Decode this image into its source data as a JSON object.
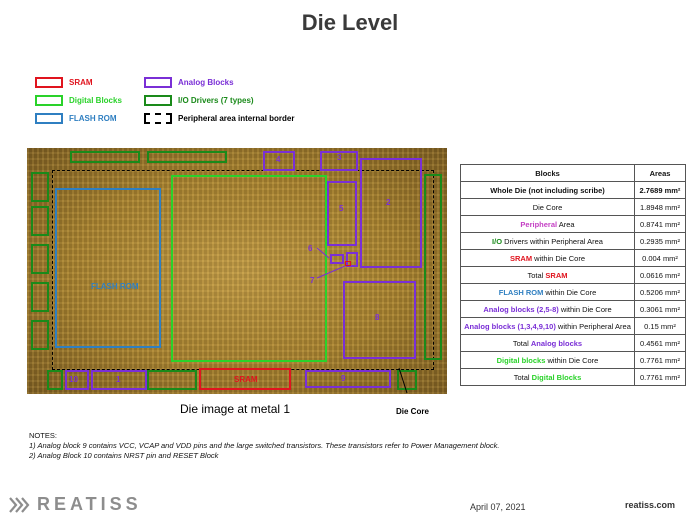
{
  "title": "Die Level",
  "legend": [
    {
      "label": "SRAM",
      "color": "#e0141e"
    },
    {
      "label": "Analog Blocks",
      "color": "#7a2fd6"
    },
    {
      "label": "Digital Blocks",
      "color": "#2ad22a"
    },
    {
      "label": "I/O Drivers (7 types)",
      "color": "#1a8a1a"
    },
    {
      "label": "FLASH ROM",
      "color": "#2f7fc1"
    },
    {
      "label": "Peripheral area internal border",
      "color": "#000000"
    }
  ],
  "die": {
    "flash_label": "FLASH ROM",
    "sram_label": "SRAM",
    "analog_labels": [
      "1",
      "2",
      "3",
      "4",
      "5",
      "6",
      "7",
      "8",
      "9",
      "10"
    ],
    "caption": "Die image at metal 1",
    "die_core_label": "Die Core"
  },
  "table": {
    "headers": [
      "Blocks",
      "Areas"
    ],
    "rows": [
      {
        "pre": "",
        "hl": "",
        "post": "Whole Die (not including scribe)",
        "val": "2.7689",
        "unit": "mm²",
        "bold": true,
        "color": ""
      },
      {
        "pre": "",
        "hl": "",
        "post": "Die Core",
        "val": "1.8948",
        "unit": "mm²",
        "bold": false,
        "color": ""
      },
      {
        "pre": "",
        "hl": "Peripheral",
        "post": " Area",
        "val": "0.8741",
        "unit": "mm²",
        "bold": false,
        "color": "#c43fc4"
      },
      {
        "pre": "",
        "hl": "I/O",
        "post": " Drivers within Peripheral Area",
        "val": "0.2935",
        "unit": "mm²",
        "bold": false,
        "color": "#1a8a1a"
      },
      {
        "pre": "",
        "hl": "SRAM",
        "post": " within Die Core",
        "val": "0.004",
        "unit": "mm²",
        "bold": false,
        "color": "#e0141e"
      },
      {
        "pre": "Total ",
        "hl": "SRAM",
        "post": "",
        "val": "0.0616",
        "unit": "mm²",
        "bold": false,
        "color": "#e0141e"
      },
      {
        "pre": "",
        "hl": "FLASH ROM",
        "post": " within Die Core",
        "val": "0.5206",
        "unit": "mm²",
        "bold": false,
        "color": "#2f7fc1"
      },
      {
        "pre": "",
        "hl": "Analog blocks (2,5-8)",
        "post": " within Die Core",
        "val": "0.3061",
        "unit": "mm²",
        "bold": false,
        "color": "#7a2fd6"
      },
      {
        "pre": "",
        "hl": "Analog blocks (1,3,4,9,10)",
        "post": " within Peripheral Area",
        "val": "0.15",
        "unit": "mm²",
        "bold": false,
        "color": "#7a2fd6"
      },
      {
        "pre": "Total ",
        "hl": "Analog blocks",
        "post": "",
        "val": "0.4561",
        "unit": "mm²",
        "bold": false,
        "color": "#7a2fd6"
      },
      {
        "pre": "",
        "hl": "Digital blocks",
        "post": " within Die Core",
        "val": "0.7761",
        "unit": "mm²",
        "bold": false,
        "color": "#2ad22a"
      },
      {
        "pre": "Total ",
        "hl": "Digital Blocks",
        "post": "",
        "val": "0.7761",
        "unit": "mm²",
        "bold": false,
        "color": "#2ad22a"
      }
    ]
  },
  "notes": {
    "heading": "NOTES:",
    "lines": [
      "1) Analog block 9 contains VCC, VCAP and VDD pins and the large switched transistors. These transistors refer to Power Management block.",
      "2) Analog Block 10 contains NRST pin and RESET  Block"
    ]
  },
  "footer": {
    "brand": "REATISS",
    "date": "April 07, 2021",
    "site": "reatiss.com"
  }
}
